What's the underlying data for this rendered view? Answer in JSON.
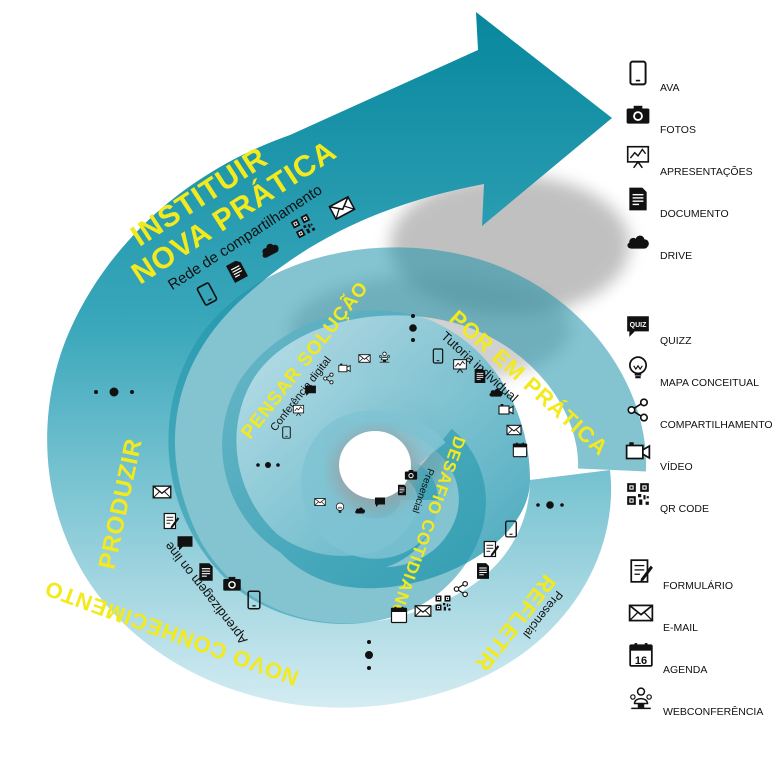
{
  "phases": {
    "instituir": {
      "title1": "INSTITUIR",
      "title2": "NOVA PRÁTICA",
      "subtitle": "Rede de compartilhamento"
    },
    "por_em_pratica": {
      "title": "POR EM PRÁTICA",
      "subtitle": "Tutoria individual"
    },
    "pensar_solucao": {
      "title": "PENSAR SOLUÇÃO",
      "subtitle": "Conferência digital"
    },
    "desafio": {
      "title": "DESAFIO COTIDIANO",
      "subtitle": "Presencial"
    },
    "refletir": {
      "title": "REFLETIR",
      "subtitle": "Presencial"
    },
    "produzir": {
      "title1": "PRODUZIR",
      "title2": "NOVO CONHECIMENTO",
      "subtitle": "Aprendizagem on line"
    }
  },
  "legend": {
    "group1": [
      {
        "icon": "tablet-icon",
        "label": "AVA"
      },
      {
        "icon": "camera-icon",
        "label": "FOTOS"
      },
      {
        "icon": "presentation-icon",
        "label": "APRESENTAÇÕES"
      },
      {
        "icon": "document-icon",
        "label": "DOCUMENTO"
      },
      {
        "icon": "cloud-icon",
        "label": "DRIVE"
      }
    ],
    "group2": [
      {
        "icon": "quiz-icon",
        "label": "QUIZZ"
      },
      {
        "icon": "lightbulb-icon",
        "label": "MAPA CONCEITUAL"
      },
      {
        "icon": "share-icon",
        "label": "COMPARTILHAMENTO"
      },
      {
        "icon": "video-icon",
        "label": "VÍDEO"
      },
      {
        "icon": "qrcode-icon",
        "label": "QR CODE"
      }
    ],
    "group3": [
      {
        "icon": "form-icon",
        "label": "FORMULÁRIO"
      },
      {
        "icon": "email-icon",
        "label": "E-MAIL"
      },
      {
        "icon": "calendar-icon",
        "label": "AGENDA"
      },
      {
        "icon": "webconference-icon",
        "label": "WEBCONFERÊNCIA"
      }
    ]
  },
  "icon_texts": {
    "quiz": "QUIZ",
    "calendar": "16"
  },
  "colors": {
    "spiral_dark": "#0c8ea4",
    "spiral_light": "#c9e6ee",
    "title_yellow": "#f2ea1c",
    "shadow": "#9a9a9a"
  }
}
